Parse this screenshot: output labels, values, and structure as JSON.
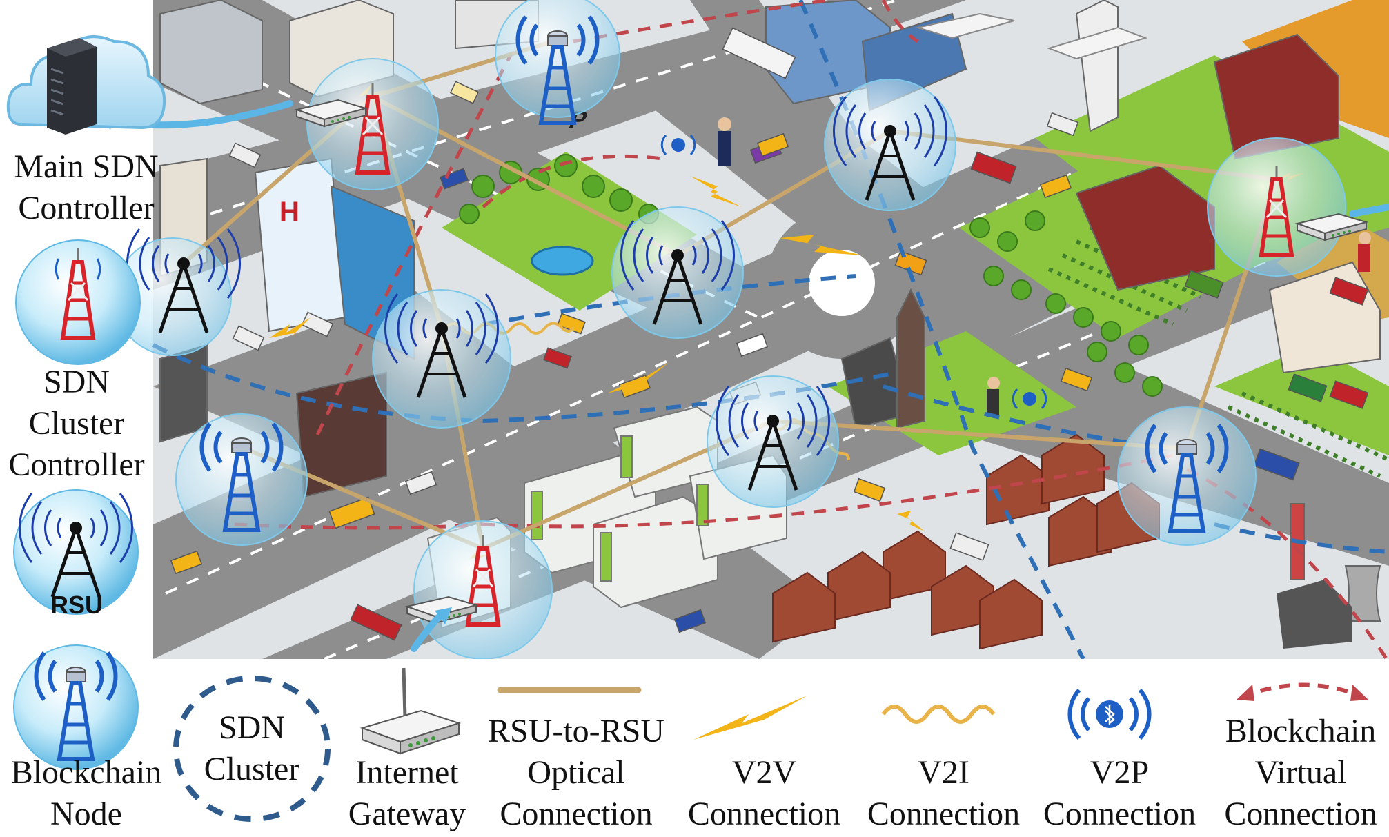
{
  "side_legend": {
    "main_controller": [
      "Main SDN",
      "Controller"
    ],
    "cluster_controller": [
      "SDN",
      "Cluster",
      "Controller"
    ],
    "rsu_badge": "RSU",
    "blockchain_node": [
      "Blockchain",
      "Node"
    ]
  },
  "bottom_legend": {
    "sdn_cluster": [
      "SDN",
      "Cluster"
    ],
    "internet_gateway": [
      "Internet",
      "Gateway"
    ],
    "optical": [
      "RSU-to-RSU",
      "Optical",
      "Connection"
    ],
    "v2v": [
      "V2V",
      "Connection"
    ],
    "v2i": [
      "V2I",
      "Connection"
    ],
    "v2p": [
      "V2P",
      "Connection"
    ],
    "blockchain_virtual": [
      "Blockchain",
      "Virtual",
      "Connection"
    ]
  },
  "scene": {
    "parking_sign": "P",
    "hospital_sign": "H"
  },
  "colors": {
    "optical_link": "#c8a56a",
    "cluster_dash": "#2f6fb5",
    "blockchain_dash": "#c0464c",
    "wireless": "#f2b417",
    "bubble": "#bfe6f7",
    "road": "#8e8e8e",
    "grass": "#8cc63f"
  }
}
